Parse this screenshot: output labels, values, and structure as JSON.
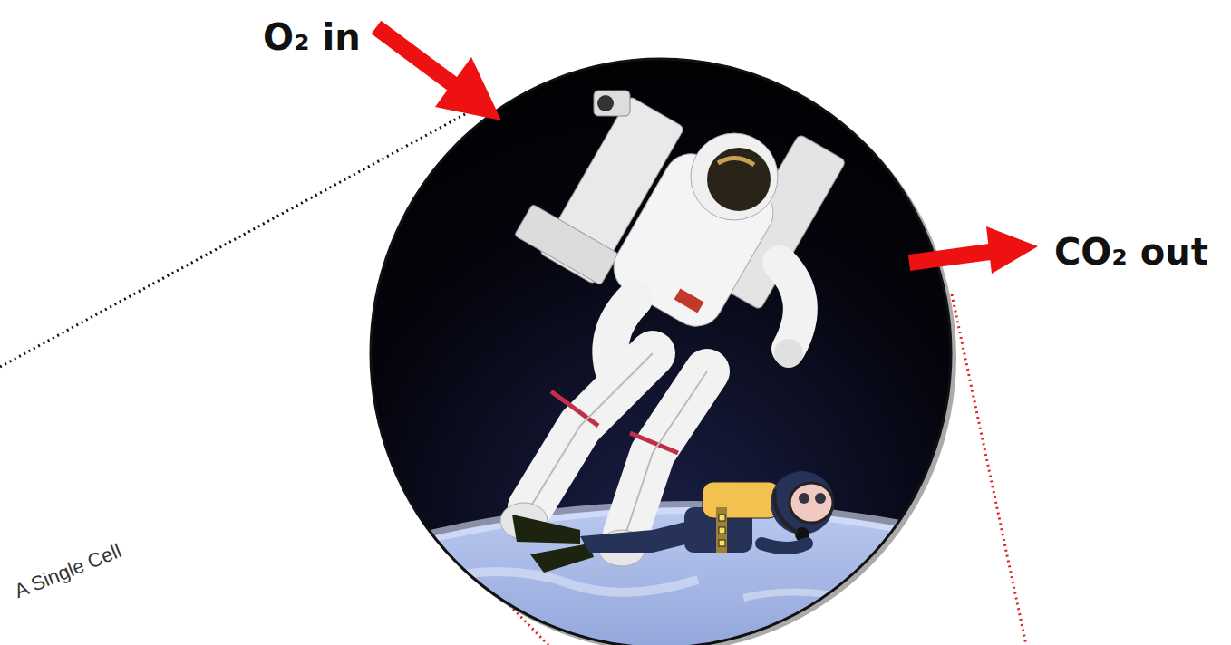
{
  "diagram": {
    "labels": [
      "O₂ in",
      "CO₂ out",
      "A Single Cell"
    ]
  }
}
